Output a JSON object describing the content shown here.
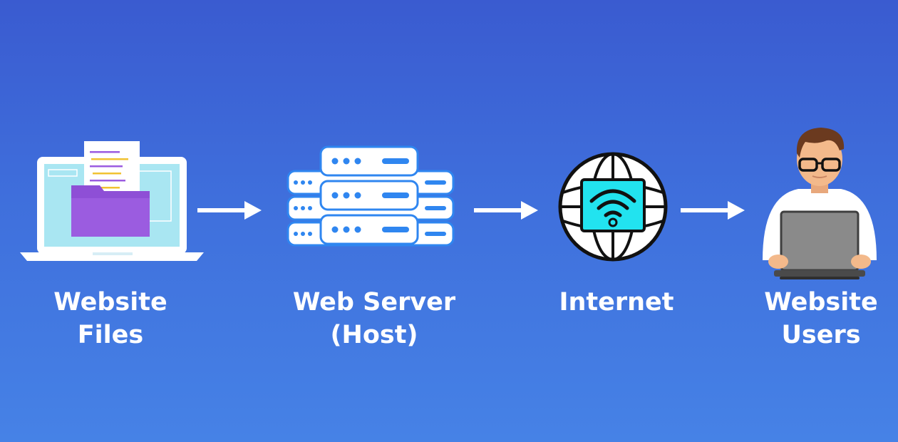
{
  "diagram": {
    "steps": [
      {
        "icon": "laptop-folder-icon",
        "lines": [
          "Website",
          "Files"
        ]
      },
      {
        "icon": "server-stack-icon",
        "lines": [
          "Web Server",
          "(Host)"
        ]
      },
      {
        "icon": "globe-wifi-icon",
        "lines": [
          "Internet"
        ]
      },
      {
        "icon": "person-laptop-icon",
        "lines": [
          "Website",
          "Users"
        ]
      }
    ],
    "connectors": [
      "arrow-right-icon",
      "arrow-right-icon",
      "arrow-right-icon"
    ],
    "colors": {
      "background_top": "#3a5bd0",
      "background_bottom": "#4682e6",
      "folder_purple": "#9b5ce0",
      "screen_light_blue": "#a9e6f2",
      "server_blue": "#2f86f0",
      "wifi_cyan": "#22e3ef",
      "skin": "#f3b98b",
      "laptop_grey": "#8a8a8a"
    }
  }
}
